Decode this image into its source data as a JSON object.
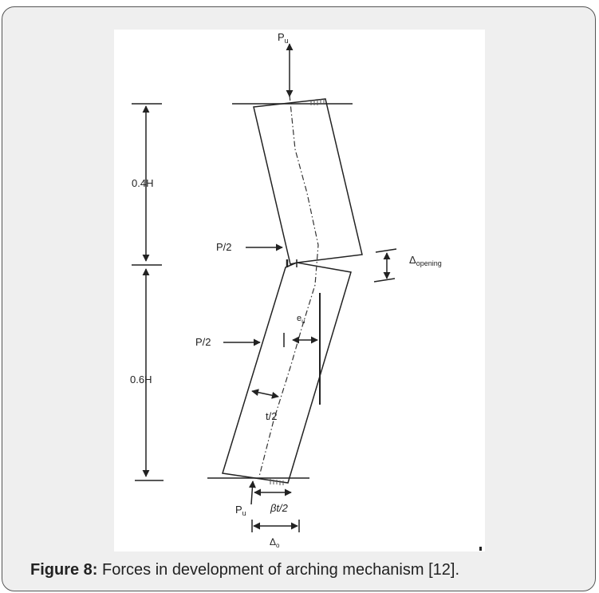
{
  "figure": {
    "labels": {
      "pu_top": "P",
      "pu_top_sub": "u",
      "height_upper": "0.4H",
      "height_lower": "0.6H",
      "p_half_upper": "P/2",
      "p_half_lower": "P/2",
      "delta_opening": "Δ",
      "delta_opening_sub": "opening",
      "eu": "e",
      "eu_sub": "u",
      "t_half": "t/2",
      "pu_bottom": "P",
      "pu_bottom_sub": "u",
      "beta_t": "βt/2",
      "delta_o": "Δ",
      "delta_o_sub": "o"
    }
  },
  "caption": {
    "label": "Figure 8:",
    "text": " Forces in development of arching mechanism [12]."
  }
}
